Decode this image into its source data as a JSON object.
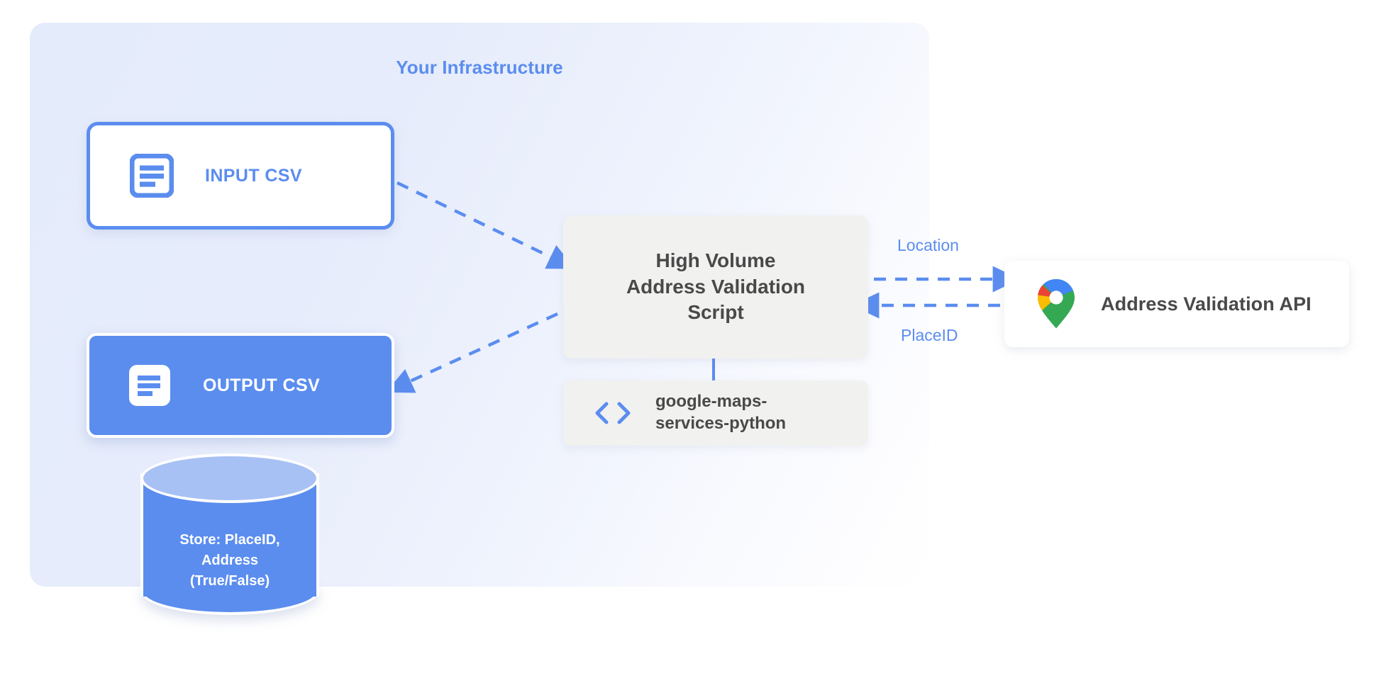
{
  "panel": {
    "title": "Your Infrastructure"
  },
  "nodes": {
    "input_csv": {
      "label": "INPUT CSV",
      "icon": "document-icon"
    },
    "output_csv": {
      "label": "OUTPUT CSV",
      "icon": "document-icon"
    },
    "script": {
      "line1": "High Volume",
      "line2": "Address Validation",
      "line3": "Script"
    },
    "library": {
      "line1": "google-maps-",
      "line2": "services-python",
      "icon": "code-brackets-icon"
    },
    "api": {
      "label": "Address Validation API",
      "icon": "google-maps-pin-icon"
    },
    "database": {
      "line1": "Store: PlaceID,",
      "line2": "Address",
      "line3": "(True/False)"
    }
  },
  "edges": {
    "location_label": "Location",
    "placeid_label": "PlaceID"
  },
  "colors": {
    "accent_blue": "#5b8def",
    "panel_blue": "#e4ebfb",
    "card_grey": "#f1f1f0",
    "text_dark": "#494949",
    "db_top": "#a8c1f4",
    "maps_blue": "#4285f4",
    "maps_red": "#ea4335",
    "maps_yellow": "#fbbc04",
    "maps_green": "#34a853"
  }
}
